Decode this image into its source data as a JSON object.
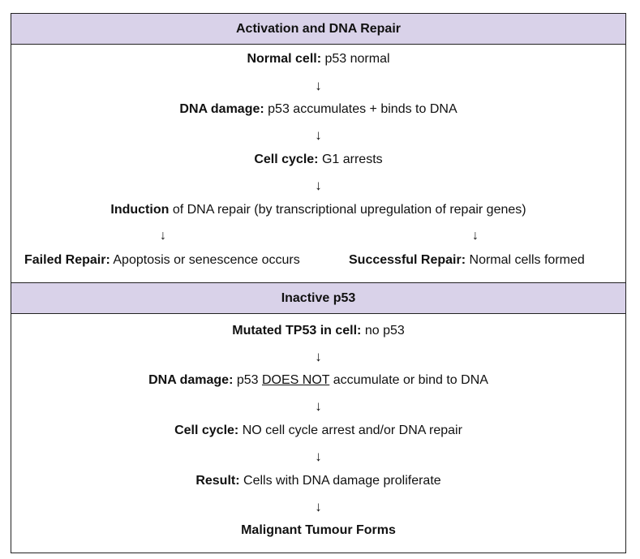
{
  "section1": {
    "header": "Activation and DNA Repair",
    "arrow": "↓",
    "normal_cell": {
      "label": "Normal cell:",
      "text": " p53 normal"
    },
    "dna_damage": {
      "label": "DNA damage:",
      "text": " p53 accumulates + binds to DNA"
    },
    "cell_cycle": {
      "label": "Cell cycle:",
      "text": " G1 arrests"
    },
    "induction": {
      "label": "Induction",
      "text": " of DNA repair (by transcriptional upregulation of repair genes)"
    },
    "failed": {
      "label": "Failed Repair:",
      "text": " Apoptosis or senescence occurs"
    },
    "successful": {
      "label": "Successful Repair:",
      "text": " Normal cells formed"
    }
  },
  "section2": {
    "header": "Inactive p53",
    "arrow": "↓",
    "mutated": {
      "label": "Mutated TP53 in cell:",
      "text": " no p53"
    },
    "dna_damage": {
      "label": "DNA damage:",
      "pre": " p53 ",
      "underline": "DOES NOT",
      "post": " accumulate or bind to DNA"
    },
    "cell_cycle": {
      "label": "Cell cycle:",
      "text": " NO cell cycle arrest and/or DNA repair"
    },
    "result": {
      "label": "Result:",
      "text": " Cells with DNA damage proliferate"
    },
    "final": "Malignant Tumour Forms"
  }
}
